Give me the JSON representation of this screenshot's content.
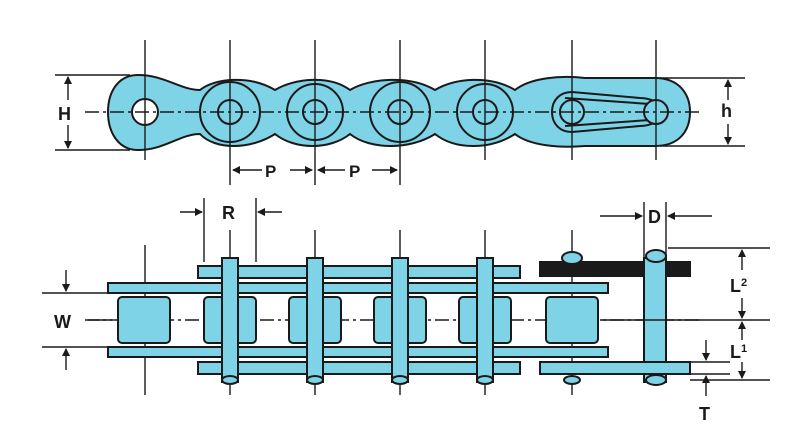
{
  "colors": {
    "fill": "#7fd3e6",
    "ink": "#1a1a1a",
    "background": "#ffffff"
  },
  "labels": {
    "H": "H",
    "h": "h",
    "P1": "P",
    "P2": "P",
    "R": "R",
    "D": "D",
    "W": "W",
    "L2_main": "L",
    "L2_sub": "2",
    "L1_main": "L",
    "L1_sub": "1",
    "T": "T"
  }
}
